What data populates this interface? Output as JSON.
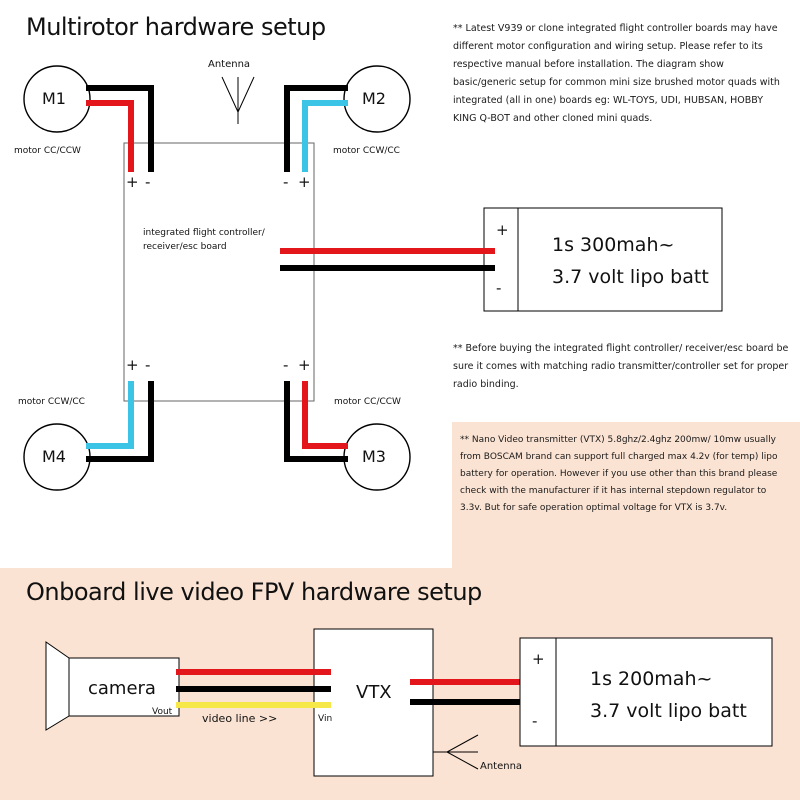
{
  "colors": {
    "background": "#ffffff",
    "panel": "#fbe3d3",
    "wire_red": "#e3171b",
    "wire_black": "#000000",
    "wire_blue": "#3cc4e6",
    "wire_yellow": "#f7e84a"
  },
  "multirotor": {
    "title": "Multirotor hardware setup",
    "antenna_label": "Antenna",
    "board_label": "integrated flight controller/ receiver/esc board",
    "motors": [
      {
        "label": "M1",
        "caption": "motor CC/CCW",
        "pos_sign": "+",
        "neg_sign": "-"
      },
      {
        "label": "M2",
        "caption": "motor CCW/CC",
        "pos_sign": "+",
        "neg_sign": "-"
      },
      {
        "label": "M3",
        "caption": "motor CC/CCW",
        "pos_sign": "+",
        "neg_sign": "-"
      },
      {
        "label": "M4",
        "caption": "motor CCW/CC",
        "pos_sign": "+",
        "neg_sign": "-"
      }
    ],
    "battery": {
      "pos_sign": "+",
      "neg_sign": "-",
      "line1": "1s 300mah~",
      "line2": "3.7 volt lipo batt"
    },
    "note_latest": "** Latest V939 or clone integrated flight controller boards may have different motor configuration and wiring setup. Please refer to its respective manual before installation. The diagram show basic/generic setup for common mini size brushed motor quads with integrated (all in one) boards eg: WL-TOYS, UDI, HUBSAN, HOBBY KING Q-BOT and other cloned mini quads.",
    "note_binding": "** Before buying the integrated flight controller/ receiver/esc board be sure it comes with matching radio transmitter/controller set for proper radio binding."
  },
  "fpv": {
    "note_vtx": "** Nano Video transmitter (VTX) 5.8ghz/2.4ghz 200mw/ 10mw usually from BOSCAM brand can support full charged max 4.2v (for temp) lipo battery for operation. However if you use other than this brand please check with the manufacturer if it has internal stepdown regulator to 3.3v. But for safe operation optimal voltage for VTX is 3.7v.",
    "title": "Onboard live video FPV hardware setup",
    "camera_label": "camera",
    "vout_label": "Vout",
    "video_line_label": "video line >>",
    "vin_label": "Vin",
    "vtx_label": "VTX",
    "antenna_label": "Antenna",
    "battery": {
      "pos_sign": "+",
      "neg_sign": "-",
      "line1": "1s 200mah~",
      "line2": "3.7 volt lipo batt"
    }
  }
}
